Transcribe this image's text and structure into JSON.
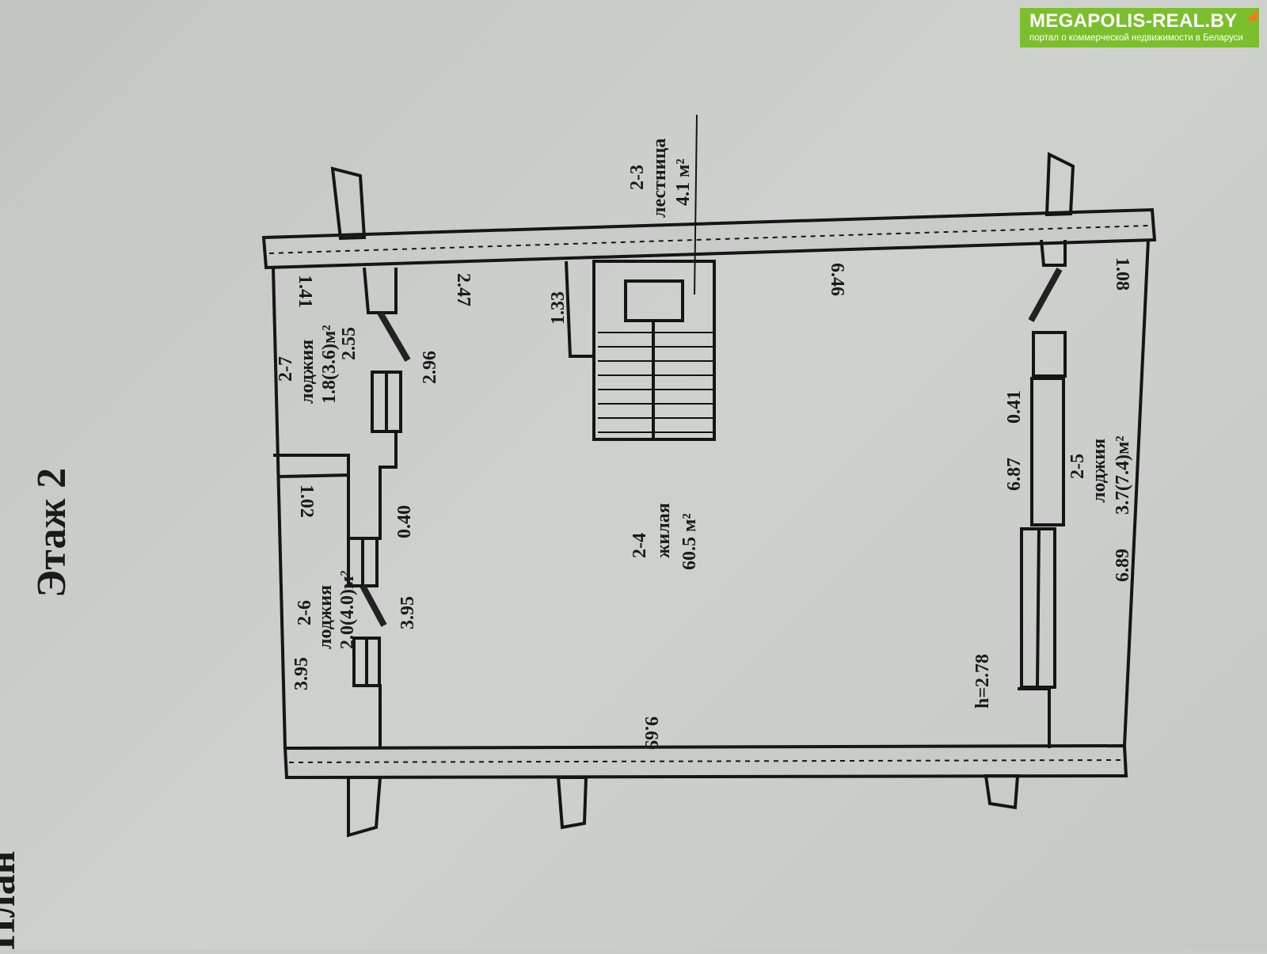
{
  "watermark": {
    "title": "MEGAPOLIS-REAL.BY",
    "subtitle": "портал о коммерческой недвижимости в Беларуси",
    "color": "#7cbf2c"
  },
  "plan": {
    "heading": "Этаж 2",
    "cut_heading": "План",
    "height_label": "h=2.78",
    "rooms": [
      {
        "id": "2-3",
        "name": "лестница",
        "area": "4.1 м²"
      },
      {
        "id": "2-4",
        "name": "жилая",
        "area": "60.5 м²"
      },
      {
        "id": "2-5",
        "name": "лоджия",
        "area": "3.7(7.4)м²"
      },
      {
        "id": "2-6",
        "name": "лоджия",
        "area": "2.0(4.0)м²"
      },
      {
        "id": "2-7",
        "name": "лоджия",
        "area": "1.8(3.6)м²"
      }
    ],
    "dimensions": {
      "d141": "1.41",
      "d255": "2.55",
      "d296": "2.96",
      "d247": "2.47",
      "d133": "1.33",
      "d646": "6.46",
      "d108": "1.08",
      "d102": "1.02",
      "d040": "0.40",
      "d395a": "3.95",
      "d395b": "3.95",
      "d969": "9.69",
      "d687": "6.87",
      "d041": "0.41",
      "d689": "6.89"
    }
  }
}
